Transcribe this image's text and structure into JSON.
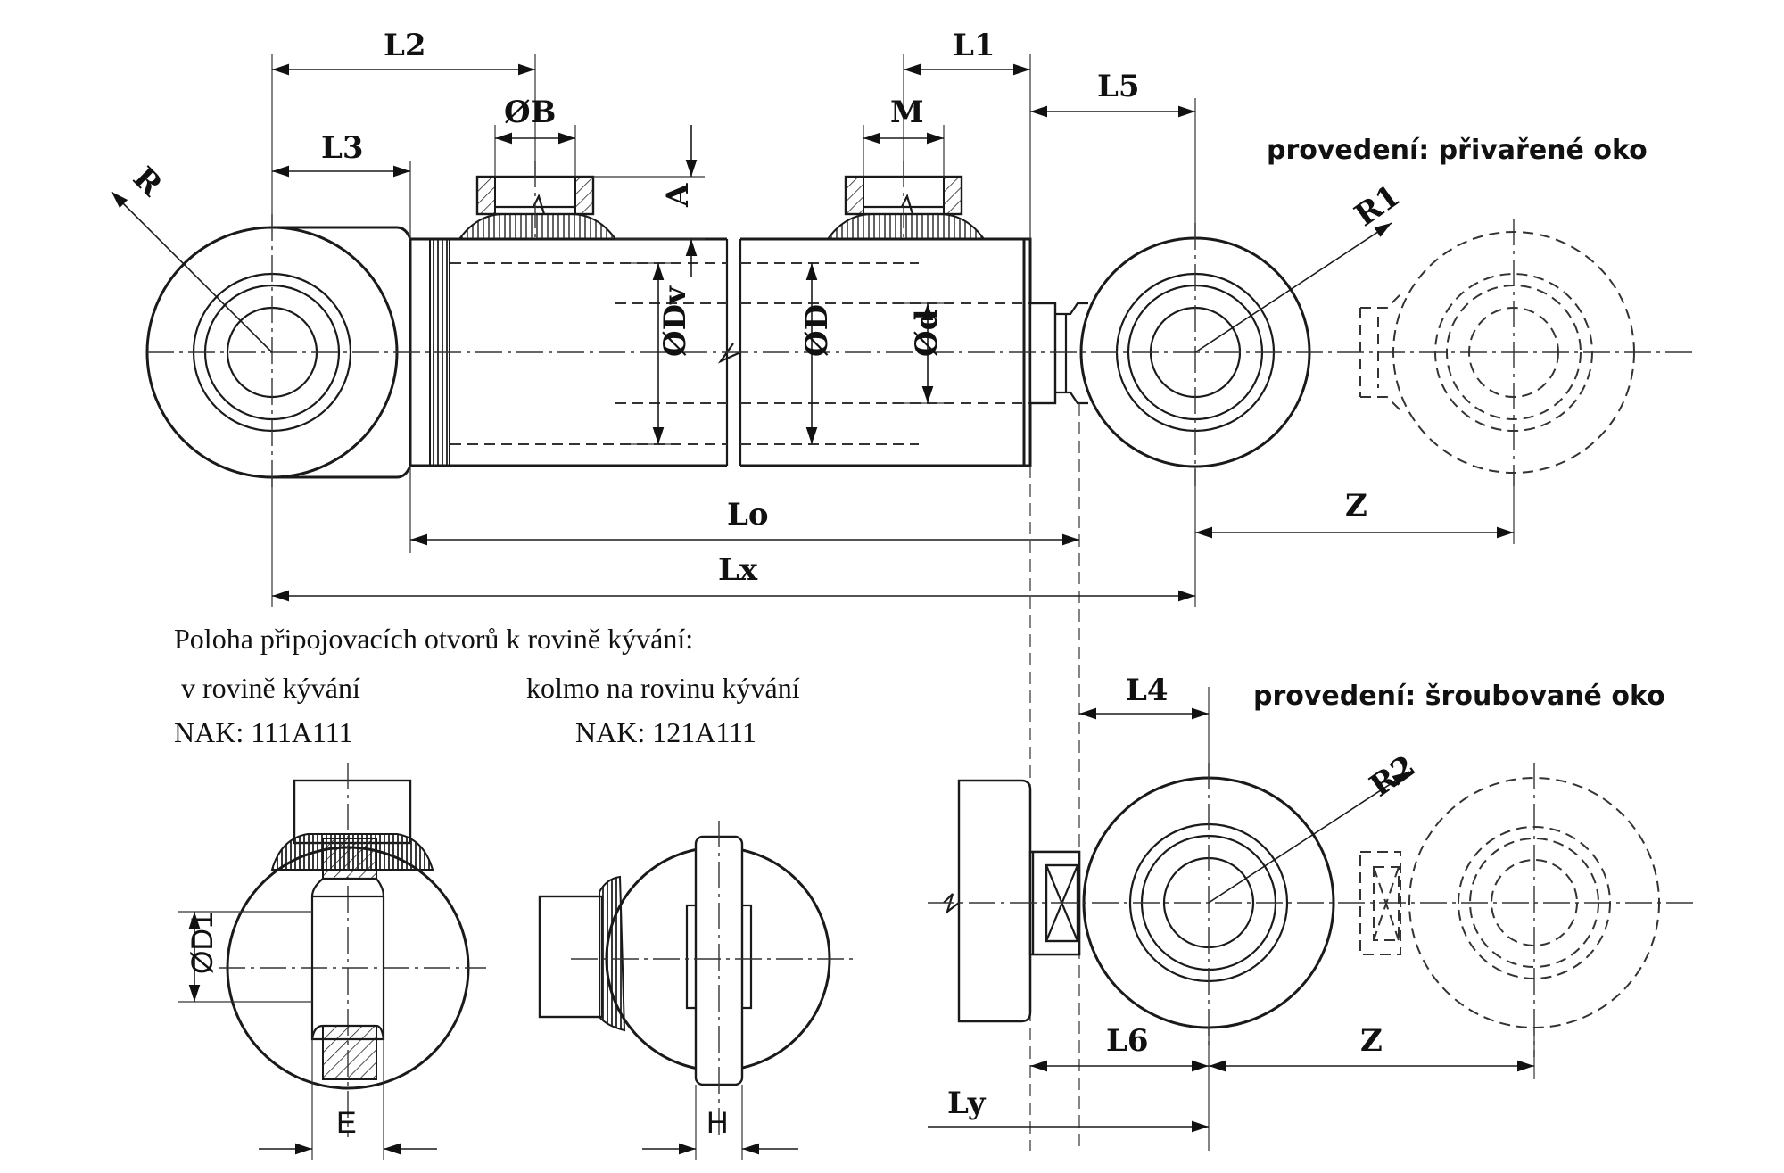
{
  "title_welded": "provedení: přivařené oko",
  "title_screwed": "provedení: šroubované oko",
  "labels": {
    "L2": "L2",
    "L3": "L3",
    "OB": "ØB",
    "A": "A",
    "R": "R",
    "M": "M",
    "L1": "L1",
    "L5": "L5",
    "R1": "R1",
    "ODv": "ØDv",
    "OD": "ØD",
    "Od": "Ød",
    "Lo": "Lo",
    "Lx": "Lx",
    "Z_top": "Z",
    "L4": "L4",
    "R2": "R2",
    "L6": "L6",
    "Z_bottom": "Z",
    "Ly": "Ly",
    "OD1": "ØD1",
    "E": "E",
    "H": "H"
  },
  "note": {
    "heading": "Poloha připojovacích otvorů k rovině kývání:",
    "col1_title": "v rovině kývání",
    "col1_code": "NAK: 111A111",
    "col2_title": "kolmo na rovinu kývání",
    "col2_code": "NAK: 121A111"
  }
}
